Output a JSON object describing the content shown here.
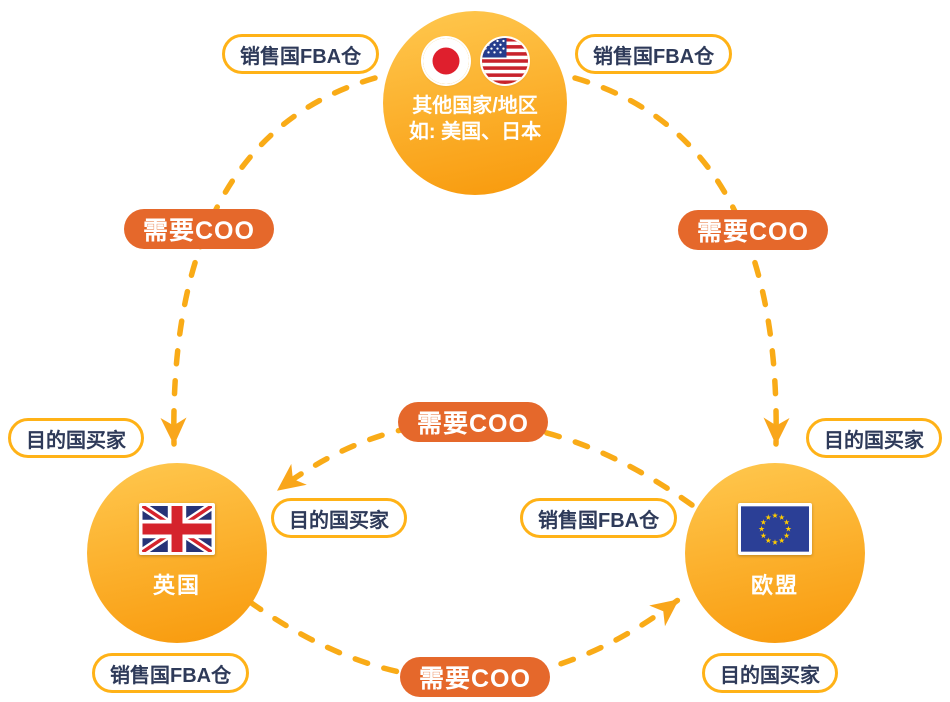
{
  "nodes": {
    "other_countries": {
      "line1": "其他国家/地区",
      "line2": "如: 美国、日本",
      "flags": [
        "japan-flag",
        "us-flag"
      ]
    },
    "uk": {
      "label": "英国",
      "flag": "uk-flag"
    },
    "eu": {
      "label": "欧盟",
      "flag": "eu-flag"
    }
  },
  "coo_badges": {
    "left": "需要COO",
    "right": "需要COO",
    "middle": "需要COO",
    "bottom": "需要COO"
  },
  "pills": {
    "top_left": "销售国FBA仓",
    "top_right": "销售国FBA仓",
    "far_left": "目的国买家",
    "far_right": "目的国买家",
    "mid_left": "目的国买家",
    "mid_right": "销售国FBA仓",
    "bottom_left": "销售国FBA仓",
    "bottom_right": "目的国买家"
  },
  "colors": {
    "circle_grad_top": "#FFC84F",
    "circle_grad_bottom": "#F8990B",
    "pill_border": "#FFB217",
    "pill_text": "#2E3A59",
    "badge_bg": "#E5682B",
    "badge_text": "#FFFFFF",
    "dash": "#F9AB17",
    "arrow": "#F9A61B"
  }
}
